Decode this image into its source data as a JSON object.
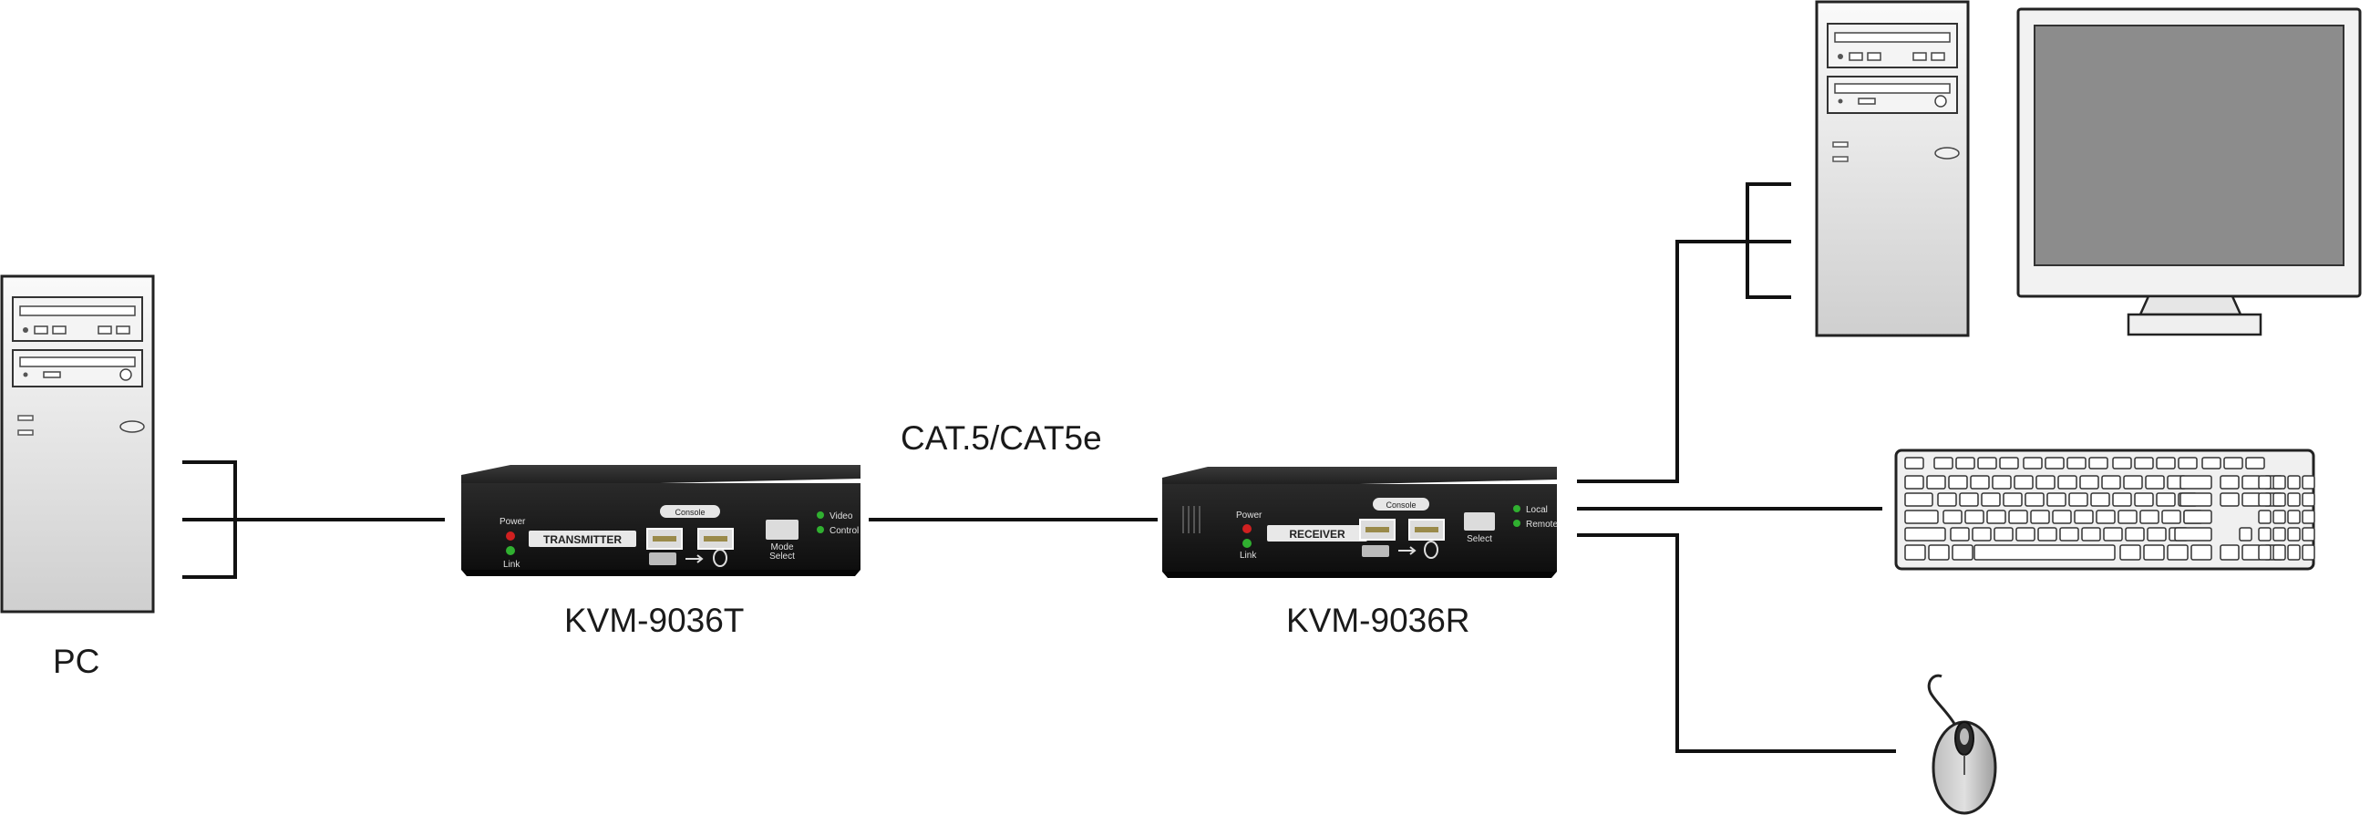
{
  "labels": {
    "pc": "PC",
    "transmitter_model": "KVM-9036T",
    "receiver_model": "KVM-9036R",
    "cable": "CAT.5/CAT5e"
  },
  "transmitter": {
    "badge": "TRANSMITTER",
    "led_power": "Power",
    "led_link": "Link",
    "console": "Console",
    "mode_select_1": "Mode",
    "mode_select_2": "Select",
    "led_video": "Video",
    "led_control": "Control"
  },
  "receiver": {
    "badge": "RECEIVER",
    "led_power": "Power",
    "led_link": "Link",
    "console": "Console",
    "select": "Select",
    "led_local": "Local",
    "led_remote": "Remote"
  },
  "colors": {
    "line": "#111111",
    "device_body": "#1e1e1e",
    "led_red": "#d02020",
    "led_green": "#30b030",
    "tower_fill": "#eeeeee",
    "monitor_screen": "#8c8c8c"
  }
}
